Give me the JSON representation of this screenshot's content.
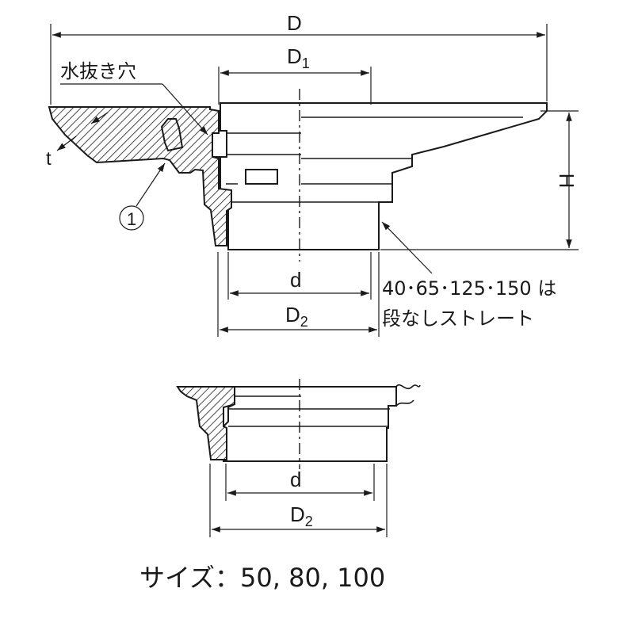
{
  "top_view": {
    "dim_D": "D",
    "dim_D1_base": "D",
    "dim_D1_sub": "1",
    "dim_H": "H",
    "dim_t": "t",
    "dim_d": "d",
    "dim_D2_base": "D",
    "dim_D2_sub": "2",
    "label_drain_hole": "水抜き穴",
    "label_part": "1",
    "note_line1": "40･65･125･150 は",
    "note_line2": "段なしストレート"
  },
  "bottom_view": {
    "dim_d": "d",
    "dim_D2_base": "D",
    "dim_D2_sub": "2"
  },
  "caption": "サイズ：50, 80, 100"
}
